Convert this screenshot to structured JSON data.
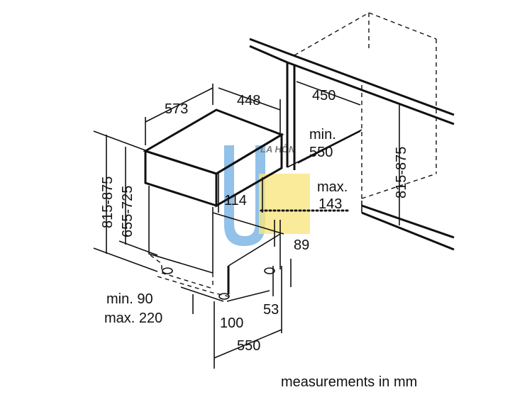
{
  "diagram": {
    "unit_note": "measurements in mm",
    "watermark": "LA HÔN",
    "colors": {
      "line": "#111111",
      "watermark_blue": "#3a8fd8",
      "watermark_yellow": "#f2d21b"
    },
    "dimensions": {
      "depth_573": "573",
      "width_448": "448",
      "niche_width_450": "450",
      "min_label": "min.",
      "min_550": "550",
      "niche_height": "815-875",
      "total_height": "815-875",
      "body_height": "655-725",
      "panel_114": "114",
      "max_label": "max.",
      "max_143": "143",
      "plinth_89": "89",
      "plinth_min": "min. 90",
      "plinth_max": "max. 220",
      "foot_100": "100",
      "foot_53": "53",
      "depth_550": "550"
    }
  }
}
